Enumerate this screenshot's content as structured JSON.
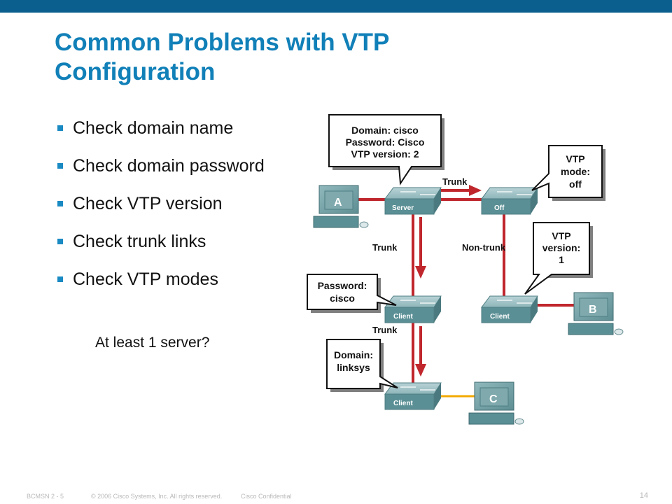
{
  "slide": {
    "title_line1": "Common Problems with VTP",
    "title_line2": "Configuration",
    "bullets": [
      "Check domain name",
      "Check domain password",
      "Check VTP version",
      "Check trunk links",
      "Check VTP modes"
    ],
    "sub_bullet": "At least 1 server?"
  },
  "diagram": {
    "callout_top": [
      "Domain: cisco",
      "Password: Cisco",
      "VTP version: 2"
    ],
    "callout_mode": [
      "VTP",
      "mode:",
      "off"
    ],
    "callout_version": [
      "VTP",
      "version:",
      "1"
    ],
    "callout_password": [
      "Password:",
      "cisco"
    ],
    "callout_domain": [
      "Domain:",
      "linksys"
    ],
    "switches": {
      "server": "Server",
      "off": "Off",
      "client1": "Client",
      "client2": "Client",
      "client3": "Client"
    },
    "pcs": {
      "a": "A",
      "b": "B",
      "c": "C"
    },
    "links": {
      "trunk_top": "Trunk",
      "trunk_left": "Trunk",
      "non_trunk": "Non-trunk",
      "trunk_bottom": "Trunk"
    },
    "colors": {
      "trunk": "#c0272d",
      "access": "#f2a900",
      "switch": "#5a8f95",
      "pc": "#6f9da2",
      "title": "#1180b8"
    }
  },
  "footer": {
    "code": "BCMSN 2 - 5",
    "copyright": "© 2006 Cisco Systems, Inc. All rights reserved.",
    "confidential": "Cisco Confidential",
    "page": "14"
  }
}
